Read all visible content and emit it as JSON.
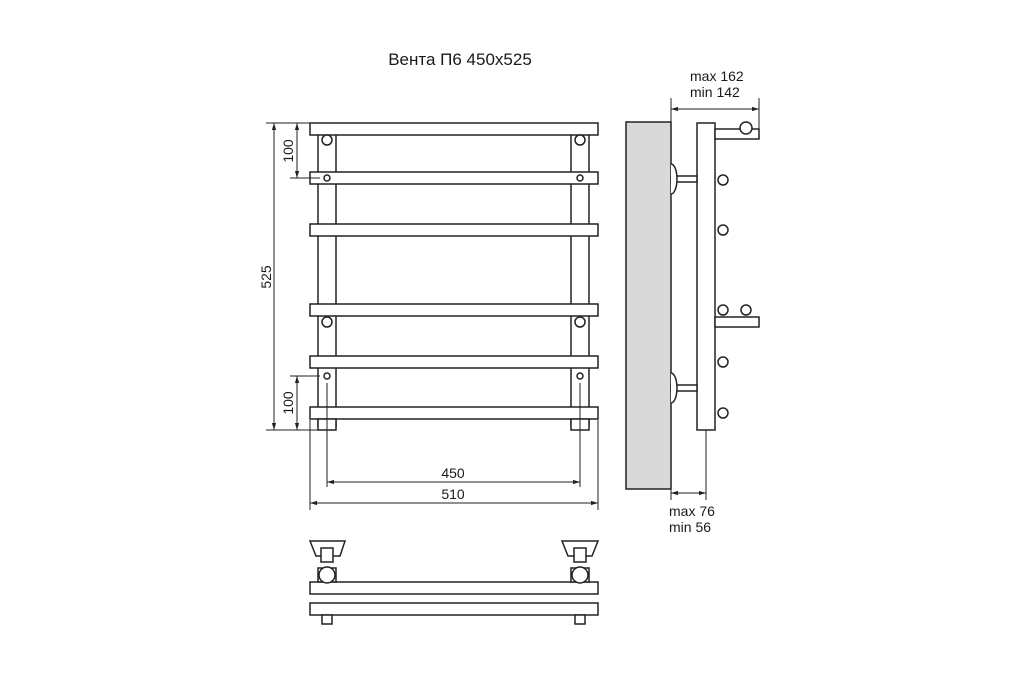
{
  "title": "Вента П6 450x525",
  "front_dims": {
    "height_total": "525",
    "top_spacing": "100",
    "bottom_spacing": "100",
    "center_width": "450",
    "overall_width": "510"
  },
  "side_dims": {
    "depth_top_max": "max 162",
    "depth_top_min": "min 142",
    "depth_bottom_max": "max 76",
    "depth_bottom_min": "min 56"
  },
  "colors": {
    "line": "#222222",
    "wall": "#d9d9d9",
    "fill": "#ffffff"
  }
}
